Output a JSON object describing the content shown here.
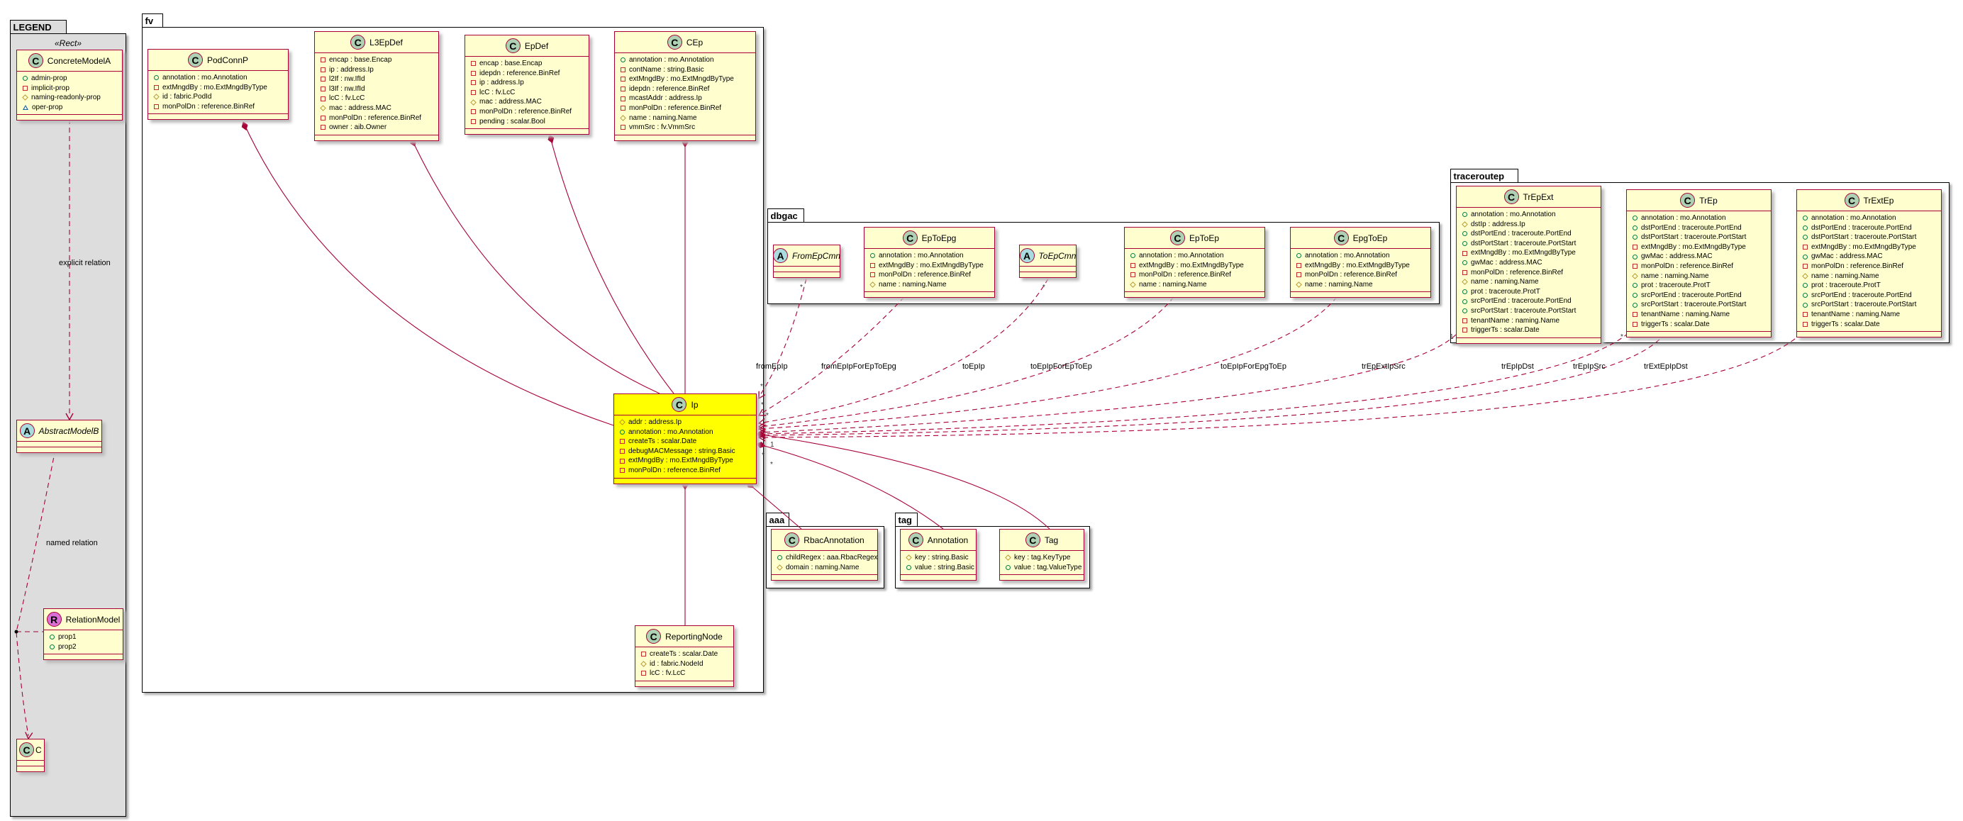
{
  "colors": {
    "border": "#A80036",
    "class_fill": "#FEFECE",
    "highlight_fill": "#FFFF00",
    "legend_fill": "#DDDDDD",
    "class_icon": "#ADD1B2",
    "abstract_icon": "#A9DCDF",
    "relation_icon": "#DA70D6"
  },
  "packages": [
    {
      "id": "legend",
      "name": "LEGEND",
      "stereotype": "«Rect»"
    },
    {
      "id": "fv",
      "name": "fv"
    },
    {
      "id": "dbgac",
      "name": "dbgac"
    },
    {
      "id": "traceroutep",
      "name": "traceroutep"
    },
    {
      "id": "aaa",
      "name": "aaa"
    },
    {
      "id": "tag",
      "name": "tag"
    }
  ],
  "classes": [
    {
      "id": "ConcreteModelA",
      "kind": "C",
      "name": "ConcreteModelA",
      "members": [
        {
          "vis": "public",
          "text": "admin-prop"
        },
        {
          "vis": "private",
          "text": "implicit-prop"
        },
        {
          "vis": "protected",
          "text": "naming-readonly-prop"
        },
        {
          "vis": "package",
          "text": "oper-prop"
        }
      ]
    },
    {
      "id": "AbstractModelB",
      "kind": "A",
      "name": "AbstractModelB",
      "members": []
    },
    {
      "id": "RelationModel",
      "kind": "R",
      "name": "RelationModel",
      "members": [
        {
          "vis": "public",
          "text": "prop1"
        },
        {
          "vis": "public",
          "text": "prop2"
        }
      ]
    },
    {
      "id": "C",
      "kind": "C",
      "name": "C",
      "members": []
    },
    {
      "id": "PodConnP",
      "kind": "C",
      "name": "PodConnP",
      "members": [
        {
          "vis": "public",
          "text": "annotation : mo.Annotation"
        },
        {
          "vis": "private",
          "text": "extMngdBy : mo.ExtMngdByType"
        },
        {
          "vis": "protected",
          "text": "id : fabric.PodId"
        },
        {
          "vis": "private",
          "text": "monPolDn : reference.BinRef"
        }
      ]
    },
    {
      "id": "L3EpDef",
      "kind": "C",
      "name": "L3EpDef",
      "members": [
        {
          "vis": "private",
          "text": "encap : base.Encap"
        },
        {
          "vis": "private",
          "text": "ip : address.Ip"
        },
        {
          "vis": "private",
          "text": "l2If : nw.IfId"
        },
        {
          "vis": "private",
          "text": "l3If : nw.IfId"
        },
        {
          "vis": "private",
          "text": "lcC : fv.LcC"
        },
        {
          "vis": "protected",
          "text": "mac : address.MAC"
        },
        {
          "vis": "private",
          "text": "monPolDn : reference.BinRef"
        },
        {
          "vis": "private",
          "text": "owner : aib.Owner"
        }
      ]
    },
    {
      "id": "EpDef",
      "kind": "C",
      "name": "EpDef",
      "members": [
        {
          "vis": "private",
          "text": "encap : base.Encap"
        },
        {
          "vis": "private",
          "text": "idepdn : reference.BinRef"
        },
        {
          "vis": "private",
          "text": "ip : address.Ip"
        },
        {
          "vis": "private",
          "text": "lcC : fv.LcC"
        },
        {
          "vis": "protected",
          "text": "mac : address.MAC"
        },
        {
          "vis": "private",
          "text": "monPolDn : reference.BinRef"
        },
        {
          "vis": "private",
          "text": "pending : scalar.Bool"
        }
      ]
    },
    {
      "id": "CEp",
      "kind": "C",
      "name": "CEp",
      "members": [
        {
          "vis": "public",
          "text": "annotation : mo.Annotation"
        },
        {
          "vis": "private",
          "text": "contName : string.Basic"
        },
        {
          "vis": "private",
          "text": "extMngdBy : mo.ExtMngdByType"
        },
        {
          "vis": "private",
          "text": "idepdn : reference.BinRef"
        },
        {
          "vis": "private",
          "text": "mcastAddr : address.Ip"
        },
        {
          "vis": "private",
          "text": "monPolDn : reference.BinRef"
        },
        {
          "vis": "protected",
          "text": "name : naming.Name"
        },
        {
          "vis": "private",
          "text": "vmmSrc : fv.VmmSrc"
        }
      ]
    },
    {
      "id": "Ip",
      "kind": "C",
      "name": "Ip",
      "highlight": true,
      "members": [
        {
          "vis": "protected",
          "text": "addr : address.Ip"
        },
        {
          "vis": "public",
          "text": "annotation : mo.Annotation"
        },
        {
          "vis": "private",
          "text": "createTs : scalar.Date"
        },
        {
          "vis": "private",
          "text": "debugMACMessage : string.Basic"
        },
        {
          "vis": "private",
          "text": "extMngdBy : mo.ExtMngdByType"
        },
        {
          "vis": "private",
          "text": "monPolDn : reference.BinRef"
        }
      ]
    },
    {
      "id": "ReportingNode",
      "kind": "C",
      "name": "ReportingNode",
      "members": [
        {
          "vis": "private",
          "text": "createTs : scalar.Date"
        },
        {
          "vis": "protected",
          "text": "id : fabric.NodeId"
        },
        {
          "vis": "private",
          "text": "lcC : fv.LcC"
        }
      ]
    },
    {
      "id": "FromEpCmn",
      "kind": "A",
      "name": "FromEpCmn",
      "members": []
    },
    {
      "id": "EpToEpg",
      "kind": "C",
      "name": "EpToEpg",
      "members": [
        {
          "vis": "public",
          "text": "annotation : mo.Annotation"
        },
        {
          "vis": "private",
          "text": "extMngdBy : mo.ExtMngdByType"
        },
        {
          "vis": "private",
          "text": "monPolDn : reference.BinRef"
        },
        {
          "vis": "protected",
          "text": "name : naming.Name"
        }
      ]
    },
    {
      "id": "ToEpCmn",
      "kind": "A",
      "name": "ToEpCmn",
      "members": []
    },
    {
      "id": "EpToEp",
      "kind": "C",
      "name": "EpToEp",
      "members": [
        {
          "vis": "public",
          "text": "annotation : mo.Annotation"
        },
        {
          "vis": "private",
          "text": "extMngdBy : mo.ExtMngdByType"
        },
        {
          "vis": "private",
          "text": "monPolDn : reference.BinRef"
        },
        {
          "vis": "protected",
          "text": "name : naming.Name"
        }
      ]
    },
    {
      "id": "EpgToEp",
      "kind": "C",
      "name": "EpgToEp",
      "members": [
        {
          "vis": "public",
          "text": "annotation : mo.Annotation"
        },
        {
          "vis": "private",
          "text": "extMngdBy : mo.ExtMngdByType"
        },
        {
          "vis": "private",
          "text": "monPolDn : reference.BinRef"
        },
        {
          "vis": "protected",
          "text": "name : naming.Name"
        }
      ]
    },
    {
      "id": "TrEpExt",
      "kind": "C",
      "name": "TrEpExt",
      "members": [
        {
          "vis": "public",
          "text": "annotation : mo.Annotation"
        },
        {
          "vis": "protected",
          "text": "dstIp : address.Ip"
        },
        {
          "vis": "public",
          "text": "dstPortEnd : traceroute.PortEnd"
        },
        {
          "vis": "public",
          "text": "dstPortStart : traceroute.PortStart"
        },
        {
          "vis": "private",
          "text": "extMngdBy : mo.ExtMngdByType"
        },
        {
          "vis": "public",
          "text": "gwMac : address.MAC"
        },
        {
          "vis": "private",
          "text": "monPolDn : reference.BinRef"
        },
        {
          "vis": "protected",
          "text": "name : naming.Name"
        },
        {
          "vis": "public",
          "text": "prot : traceroute.ProtT"
        },
        {
          "vis": "public",
          "text": "srcPortEnd : traceroute.PortEnd"
        },
        {
          "vis": "public",
          "text": "srcPortStart : traceroute.PortStart"
        },
        {
          "vis": "private",
          "text": "tenantName : naming.Name"
        },
        {
          "vis": "private",
          "text": "triggerTs : scalar.Date"
        }
      ]
    },
    {
      "id": "TrEp",
      "kind": "C",
      "name": "TrEp",
      "members": [
        {
          "vis": "public",
          "text": "annotation : mo.Annotation"
        },
        {
          "vis": "public",
          "text": "dstPortEnd : traceroute.PortEnd"
        },
        {
          "vis": "public",
          "text": "dstPortStart : traceroute.PortStart"
        },
        {
          "vis": "private",
          "text": "extMngdBy : mo.ExtMngdByType"
        },
        {
          "vis": "public",
          "text": "gwMac : address.MAC"
        },
        {
          "vis": "private",
          "text": "monPolDn : reference.BinRef"
        },
        {
          "vis": "protected",
          "text": "name : naming.Name"
        },
        {
          "vis": "public",
          "text": "prot : traceroute.ProtT"
        },
        {
          "vis": "public",
          "text": "srcPortEnd : traceroute.PortEnd"
        },
        {
          "vis": "public",
          "text": "srcPortStart : traceroute.PortStart"
        },
        {
          "vis": "private",
          "text": "tenantName : naming.Name"
        },
        {
          "vis": "private",
          "text": "triggerTs : scalar.Date"
        }
      ]
    },
    {
      "id": "TrExtEp",
      "kind": "C",
      "name": "TrExtEp",
      "members": [
        {
          "vis": "public",
          "text": "annotation : mo.Annotation"
        },
        {
          "vis": "public",
          "text": "dstPortEnd : traceroute.PortEnd"
        },
        {
          "vis": "public",
          "text": "dstPortStart : traceroute.PortStart"
        },
        {
          "vis": "private",
          "text": "extMngdBy : mo.ExtMngdByType"
        },
        {
          "vis": "public",
          "text": "gwMac : address.MAC"
        },
        {
          "vis": "private",
          "text": "monPolDn : reference.BinRef"
        },
        {
          "vis": "protected",
          "text": "name : naming.Name"
        },
        {
          "vis": "public",
          "text": "prot : traceroute.ProtT"
        },
        {
          "vis": "public",
          "text": "srcPortEnd : traceroute.PortEnd"
        },
        {
          "vis": "public",
          "text": "srcPortStart : traceroute.PortStart"
        },
        {
          "vis": "private",
          "text": "tenantName : naming.Name"
        },
        {
          "vis": "private",
          "text": "triggerTs : scalar.Date"
        }
      ]
    },
    {
      "id": "RbacAnnotation",
      "kind": "C",
      "name": "RbacAnnotation",
      "members": [
        {
          "vis": "public",
          "text": "childRegex : aaa.RbacRegex"
        },
        {
          "vis": "protected",
          "text": "domain : naming.Name"
        }
      ]
    },
    {
      "id": "Annotation",
      "kind": "C",
      "name": "Annotation",
      "members": [
        {
          "vis": "protected",
          "text": "key : string.Basic"
        },
        {
          "vis": "public",
          "text": "value : string.Basic"
        }
      ]
    },
    {
      "id": "Tag",
      "kind": "C",
      "name": "Tag",
      "members": [
        {
          "vis": "protected",
          "text": "key : tag.KeyType"
        },
        {
          "vis": "public",
          "text": "value : tag.ValueType"
        }
      ]
    }
  ],
  "edges": [
    {
      "id": "e-legend-explicit",
      "from": "ConcreteModelA",
      "to": "AbstractModelB",
      "type": "dependency",
      "label": "explicit relation"
    },
    {
      "id": "e-legend-named",
      "from": "AbstractModelB",
      "to": "C",
      "type": "dependency",
      "label": "named relation"
    },
    {
      "id": "e-legend-assoc",
      "from": "RelationModel",
      "to": "AbstractModelB",
      "type": "association-class"
    },
    {
      "id": "e-podconnp",
      "from": "PodConnP",
      "to": "Ip",
      "type": "composition"
    },
    {
      "id": "e-l3epdef",
      "from": "L3EpDef",
      "to": "Ip",
      "type": "composition"
    },
    {
      "id": "e-epdef",
      "from": "EpDef",
      "to": "Ip",
      "type": "composition"
    },
    {
      "id": "e-cep",
      "from": "CEp",
      "to": "Ip",
      "type": "composition"
    },
    {
      "id": "e-reportingnode",
      "from": "Ip",
      "to": "ReportingNode",
      "type": "composition"
    },
    {
      "id": "e-rbac",
      "from": "Ip",
      "to": "RbacAnnotation",
      "type": "composition"
    },
    {
      "id": "e-annotation",
      "from": "Ip",
      "to": "Annotation",
      "type": "composition"
    },
    {
      "id": "e-tag",
      "from": "Ip",
      "to": "Tag",
      "type": "composition"
    },
    {
      "id": "e-fromepip",
      "from": "FromEpCmn",
      "to": "Ip",
      "type": "dependency",
      "label": "fromEpIp",
      "src_mult": "*",
      "dst_mult": "*"
    },
    {
      "id": "e-fromepipforeptoepg",
      "from": "EpToEpg",
      "to": "Ip",
      "type": "dependency",
      "label": "fromEpIpForEpToEpg",
      "dst_mult": "*"
    },
    {
      "id": "e-toepip",
      "from": "ToEpCmn",
      "to": "Ip",
      "type": "dependency",
      "label": "toEpIp",
      "src_mult": "*",
      "dst_mult": "*"
    },
    {
      "id": "e-toepipforeptoep",
      "from": "EpToEp",
      "to": "Ip",
      "type": "dependency",
      "label": "toEpIpForEpToEp"
    },
    {
      "id": "e-toepipforepgtoep",
      "from": "EpgToEp",
      "to": "Ip",
      "type": "dependency",
      "label": "toEpIpForEpgToEp"
    },
    {
      "id": "e-trepextipsrc",
      "from": "TrEpExt",
      "to": "Ip",
      "type": "dependency",
      "label": "trEpExtIpSrc",
      "src_mult": "1",
      "dst_mult": "1"
    },
    {
      "id": "e-trepipdst",
      "from": "TrEp",
      "to": "Ip",
      "type": "dependency",
      "label": "trEpIpDst",
      "dst_mult": "*"
    },
    {
      "id": "e-trepipsrc",
      "from": "TrEp",
      "to": "Ip",
      "type": "dependency",
      "label": "trEpIpSrc",
      "src_mult": "*"
    },
    {
      "id": "e-trextepipdst",
      "from": "TrExtEp",
      "to": "Ip",
      "type": "dependency",
      "label": "trExtEpIpDst",
      "dst_mult": "*"
    }
  ]
}
